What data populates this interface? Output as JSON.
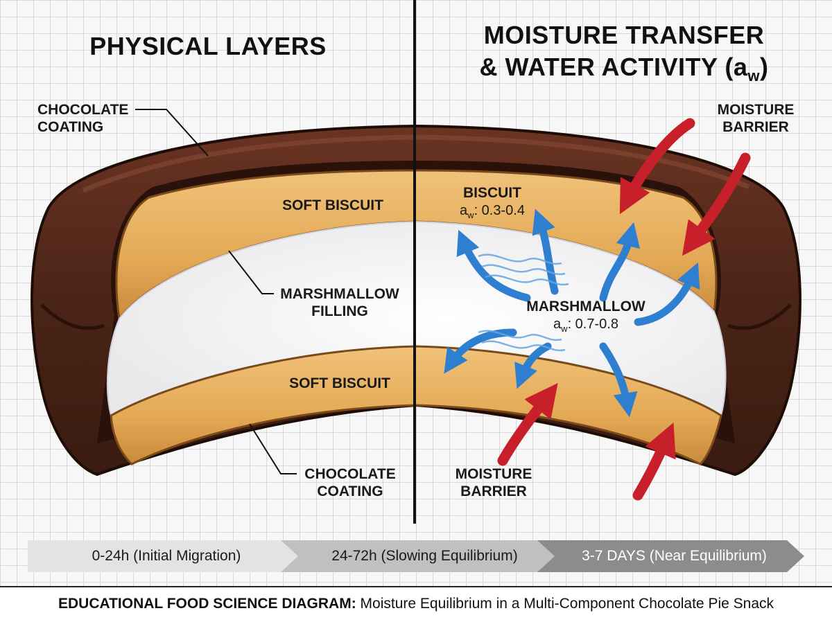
{
  "titles": {
    "left": "PHYSICAL LAYERS",
    "right_line1": "MOISTURE TRANSFER",
    "right_line2_prefix": "& WATER ACTIVITY (a",
    "right_line2_sub": "w",
    "right_line2_suffix": ")"
  },
  "left_labels": {
    "chocolate_top_1": "CHOCOLATE",
    "chocolate_top_2": "COATING",
    "biscuit_top": "SOFT BISCUIT",
    "marshmallow_1": "MARSHMALLOW",
    "marshmallow_2": "FILLING",
    "biscuit_bottom": "SOFT BISCUIT",
    "chocolate_bottom_1": "CHOCOLATE",
    "chocolate_bottom_2": "COATING"
  },
  "right_labels": {
    "biscuit_name": "BISCUIT",
    "biscuit_aw_prefix": "a",
    "biscuit_aw_sub": "w",
    "biscuit_aw_value": ": 0.3-0.4",
    "marshmallow_name": "MARSHMALLOW",
    "marshmallow_aw_prefix": "a",
    "marshmallow_aw_sub": "w",
    "marshmallow_aw_value": ": 0.7-0.8",
    "barrier_top_1": "MOISTURE",
    "barrier_top_2": "BARRIER",
    "barrier_bottom_1": "MOISTURE",
    "barrier_bottom_2": "BARRIER"
  },
  "timeline": [
    "0-24h (Initial Migration)",
    "24-72h (Slowing Equilibrium)",
    "3-7 DAYS (Near Equilibrium)"
  ],
  "footer": {
    "bold": "EDUCATIONAL FOOD SCIENCE DIAGRAM:",
    "rest": " Moisture Equilibrium in a Multi-Component Chocolate Pie Snack"
  },
  "colors": {
    "chocolate": "#4a2417",
    "biscuit": "#e3a955",
    "marshmallow": "#fbfbfb",
    "barrier_arrow": "#c8202a",
    "migration_arrow": "#2f7fd0"
  }
}
